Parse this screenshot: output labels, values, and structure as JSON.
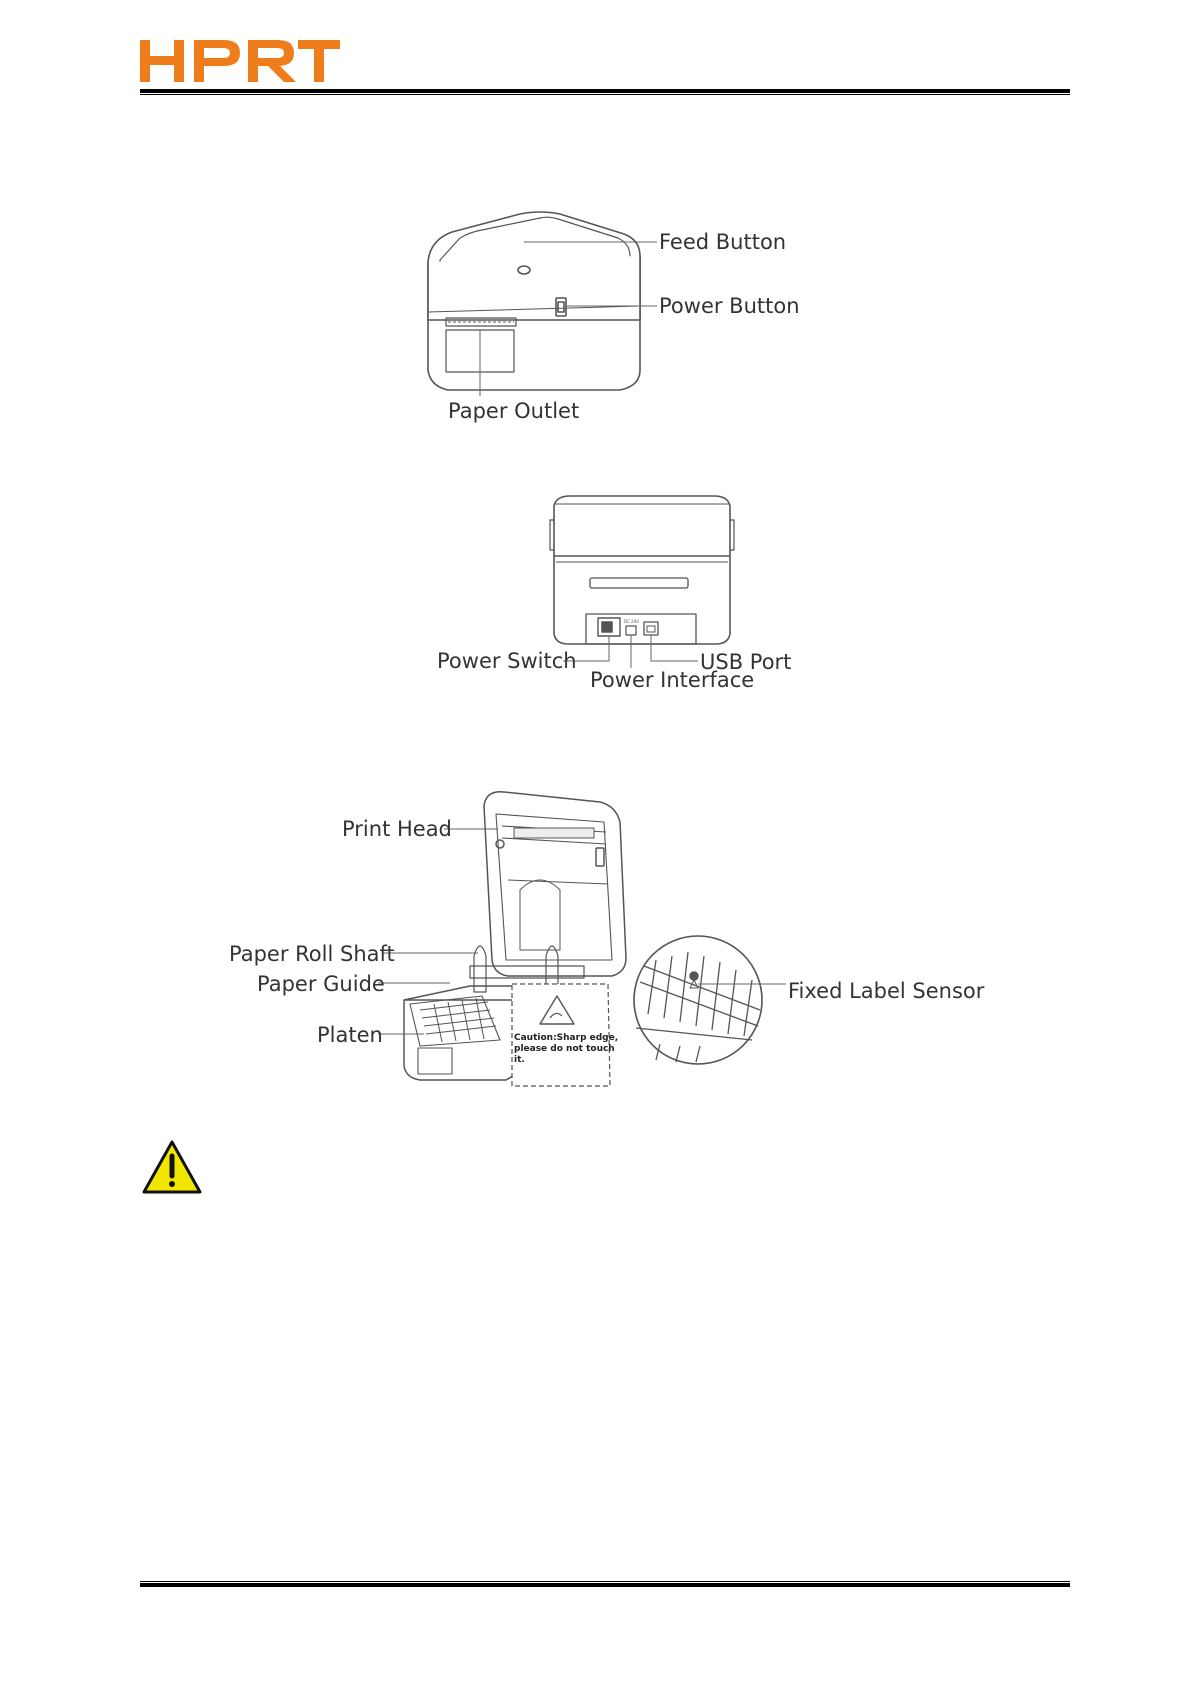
{
  "brand": {
    "name": "HPRT",
    "color": "#f07d1c"
  },
  "figure_front": {
    "labels": {
      "feed_button": "Feed Button",
      "power_button": "Power Button",
      "paper_outlet": "Paper Outlet"
    }
  },
  "figure_back": {
    "labels": {
      "power_switch": "Power Switch",
      "power_interface": "Power Interface",
      "usb_port": "USB Port"
    }
  },
  "figure_open": {
    "labels": {
      "print_head": "Print Head",
      "paper_roll_shaft": "Paper Roll Shaft",
      "paper_guide": "Paper Guide",
      "platen": "Platen",
      "fixed_label_sensor": "Fixed Label Sensor"
    },
    "caution_lines": [
      "Caution:Sharp edge,",
      "please do not touch",
      "it."
    ]
  },
  "warning": {
    "icon": "warning-triangle-icon",
    "color": "#f2e600"
  }
}
